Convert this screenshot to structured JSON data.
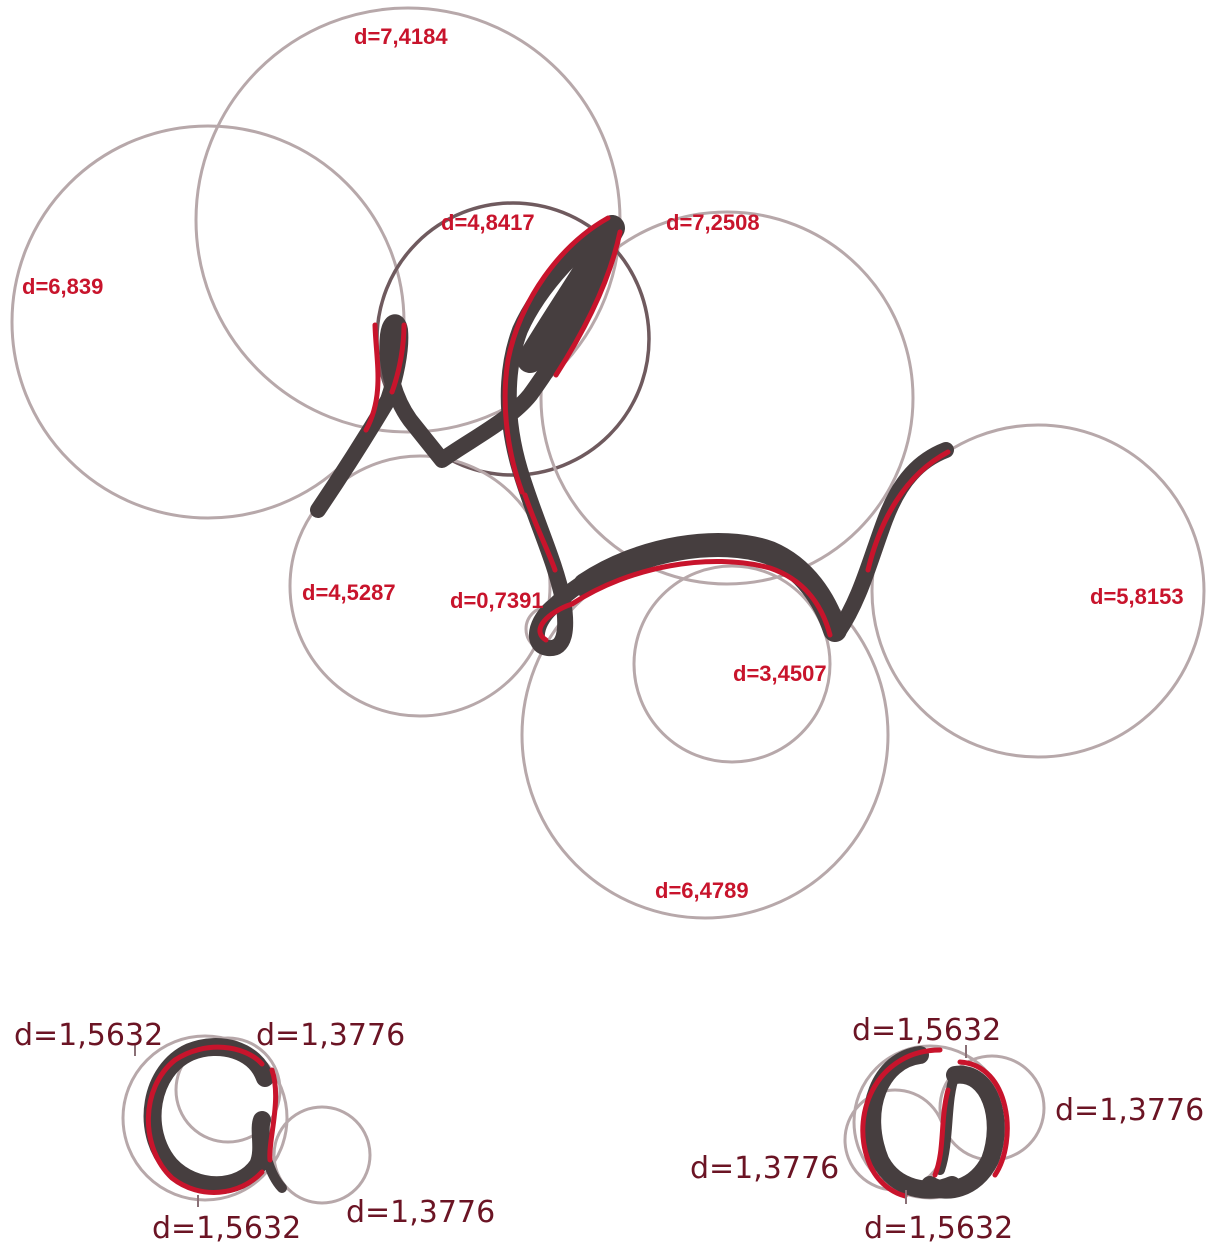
{
  "colors": {
    "background": "#ffffff",
    "circle_stroke": "#b7a8aa",
    "circle_stroke_dark": "#6f5a5e",
    "curve_dark": "#463e3f",
    "curve_red": "#c8142c",
    "label_red": "#c8142c",
    "label_dark": "#6b1424"
  },
  "main_diagram": {
    "labels": [
      "d=7,4184",
      "d=6,839",
      "d=4,8417",
      "d=7,2508",
      "d=4,5287",
      "d=0,7391",
      "d=3,4507",
      "d=5,8153",
      "d=6,4789"
    ]
  },
  "small_left": {
    "labels": [
      "d=1,5632",
      "d=1,3776",
      "d=1,5632",
      "d=1,3776"
    ]
  },
  "small_right": {
    "labels": [
      "d=1,5632",
      "d=1,3776",
      "d=1,3776",
      "d=1,5632"
    ]
  }
}
